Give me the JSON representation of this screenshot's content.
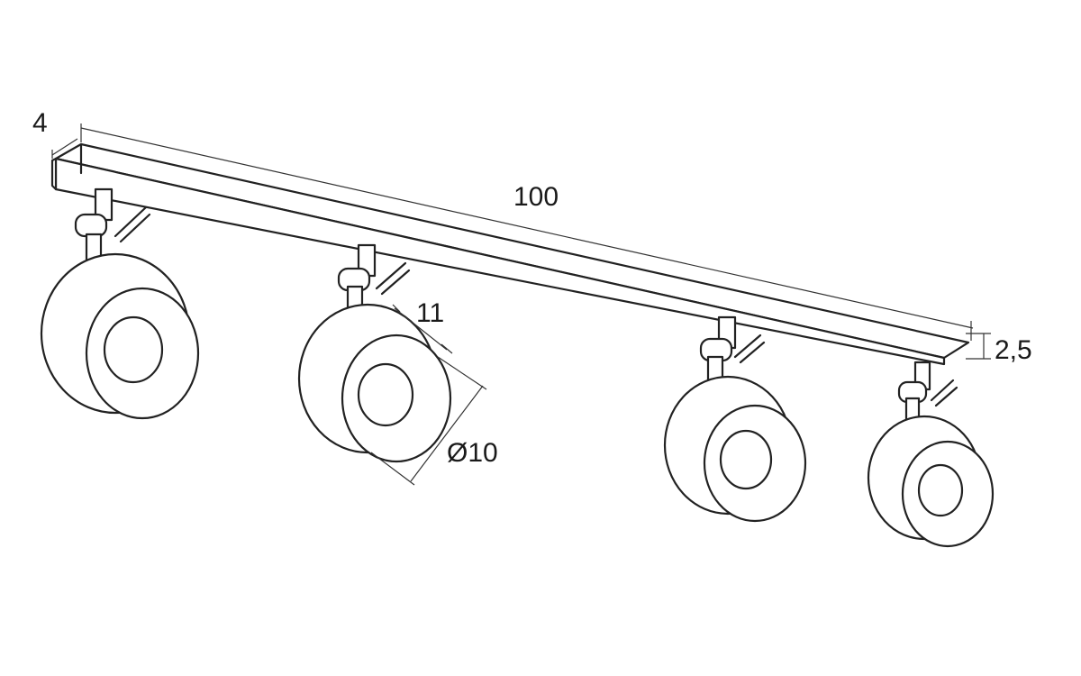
{
  "colors": {
    "line": "#222222",
    "background": "#ffffff"
  },
  "dimensions": {
    "length": "100",
    "depth": "4",
    "height": "2,5",
    "spot_height": "11",
    "spot_diameter": "Ø10"
  },
  "spotlights": [
    {
      "id": 1
    },
    {
      "id": 2
    },
    {
      "id": 3
    },
    {
      "id": 4
    }
  ]
}
